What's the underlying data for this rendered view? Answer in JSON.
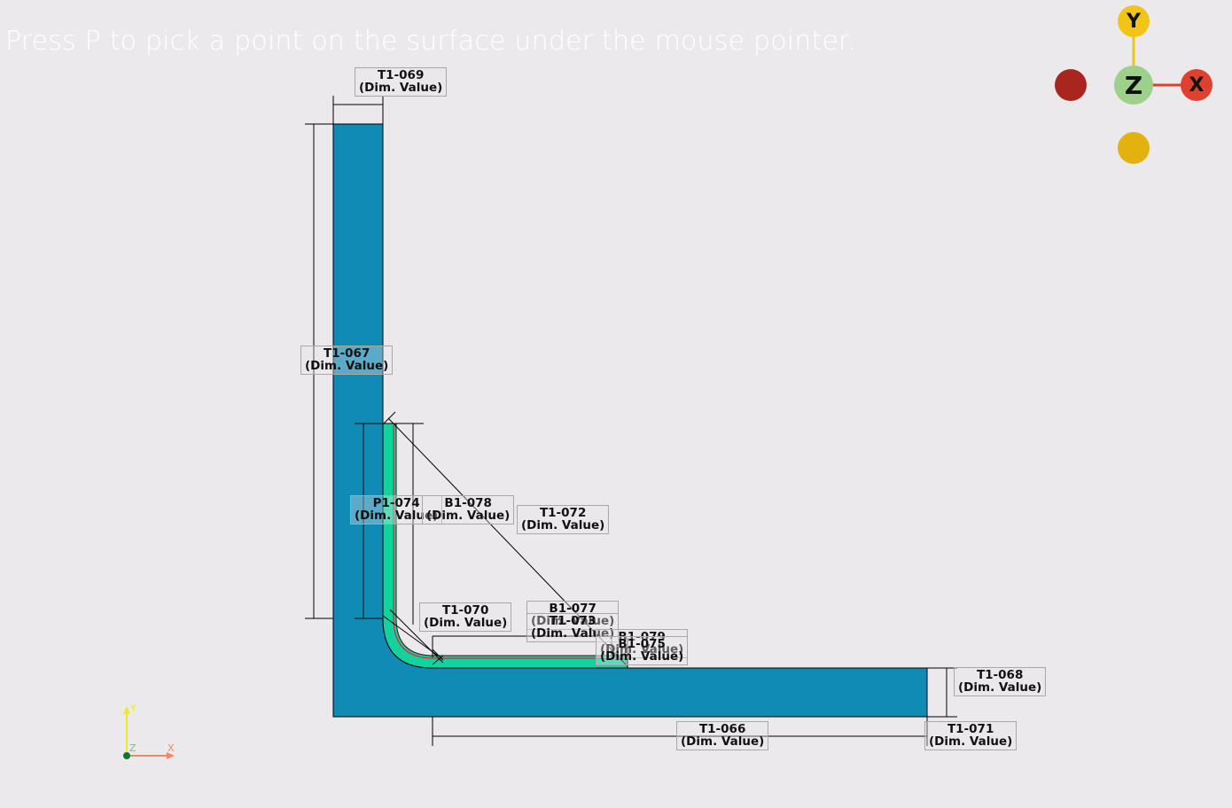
{
  "hint": "Press P to pick a point on the surface under the mouse pointer.",
  "dimensions": [
    {
      "id": "T1-069",
      "value": "(Dim. Value)"
    },
    {
      "id": "T1-067",
      "value": "(Dim. Value)"
    },
    {
      "id": "P1-074",
      "value": "(Dim. Value)"
    },
    {
      "id": "B1-078",
      "value": "(Dim. Value)"
    },
    {
      "id": "T1-072",
      "value": "(Dim. Value)"
    },
    {
      "id": "T1-070",
      "value": "(Dim. Value)"
    },
    {
      "id": "B1-077",
      "value": "(Dim. Value)"
    },
    {
      "id": "T1-073",
      "value": "(Dim. Value)"
    },
    {
      "id": "B1-079",
      "value": "(Dim. Value)"
    },
    {
      "id": "B1-075",
      "value": "(Dim. Value)"
    },
    {
      "id": "T1-068",
      "value": "(Dim. Value)"
    },
    {
      "id": "T1-066",
      "value": "(Dim. Value)"
    },
    {
      "id": "T1-071",
      "value": "(Dim. Value)"
    }
  ],
  "orientation_gizmo": {
    "y_label": "Y",
    "z_label": "Z",
    "x_label": "X",
    "colors": {
      "y": "#f2c418",
      "z": "#9dd08a",
      "x": "#e0412e",
      "neg_x": "#a8261e",
      "neg_y": "#e4b20e"
    }
  },
  "axes_triad": {
    "x": "X",
    "y": "Y",
    "z": "Z"
  },
  "colors": {
    "background": "#ebe9ec",
    "profile_fill": "#0f8bb5",
    "insert_fill": "#11d39e",
    "seal_line": "#d8263c"
  }
}
